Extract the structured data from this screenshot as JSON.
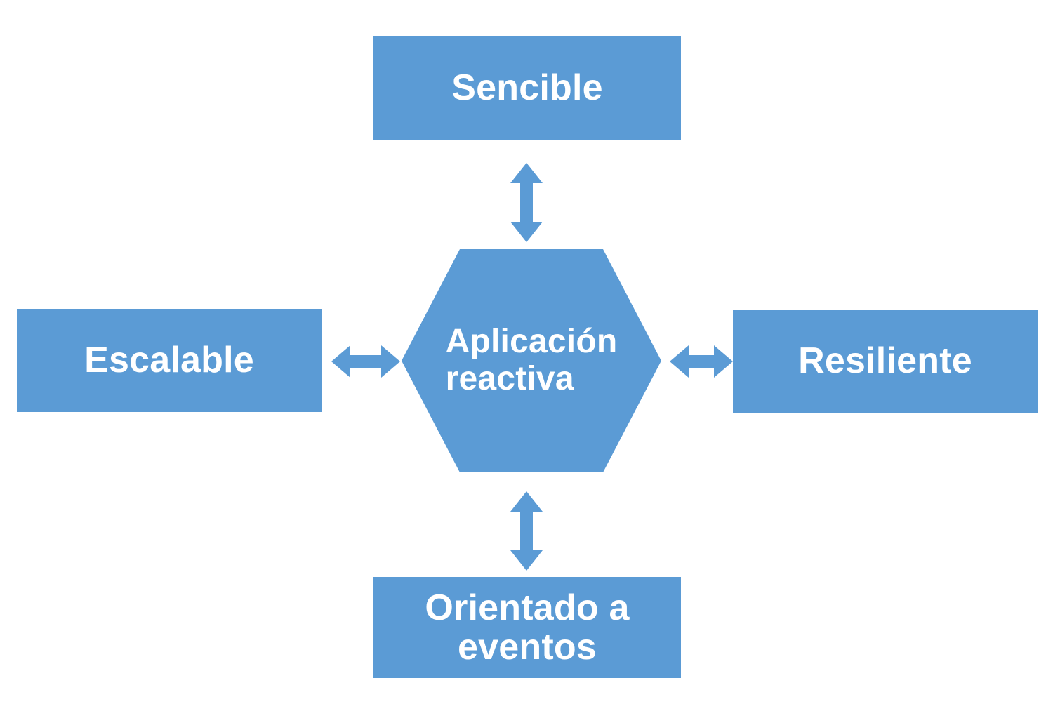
{
  "diagram": {
    "title": "Aplicación reactiva",
    "accent_color": "#5B9BD5",
    "text_color": "#FFFFFF",
    "background_color": "#FFFFFF",
    "center": {
      "shape": "hexagon",
      "label": "Aplicación\nreactiva",
      "line1": "Aplicación",
      "line2": "reactiva"
    },
    "nodes": [
      {
        "id": "top",
        "shape": "rectangle",
        "label": "Sencible",
        "position": "top"
      },
      {
        "id": "left",
        "shape": "rectangle",
        "label": "Escalable",
        "position": "left"
      },
      {
        "id": "right",
        "shape": "rectangle",
        "label": "Resiliente",
        "position": "right"
      },
      {
        "id": "bottom",
        "shape": "rectangle",
        "label": "Orientado a\neventos",
        "position": "bottom"
      }
    ],
    "connectors": [
      {
        "id": "top",
        "type": "double-headed-arrow",
        "orientation": "vertical",
        "from": "center",
        "to": "top"
      },
      {
        "id": "bottom",
        "type": "double-headed-arrow",
        "orientation": "vertical",
        "from": "center",
        "to": "bottom"
      },
      {
        "id": "left",
        "type": "double-headed-arrow",
        "orientation": "horizontal",
        "from": "center",
        "to": "left"
      },
      {
        "id": "right",
        "type": "double-headed-arrow",
        "orientation": "horizontal",
        "from": "center",
        "to": "right"
      }
    ]
  }
}
